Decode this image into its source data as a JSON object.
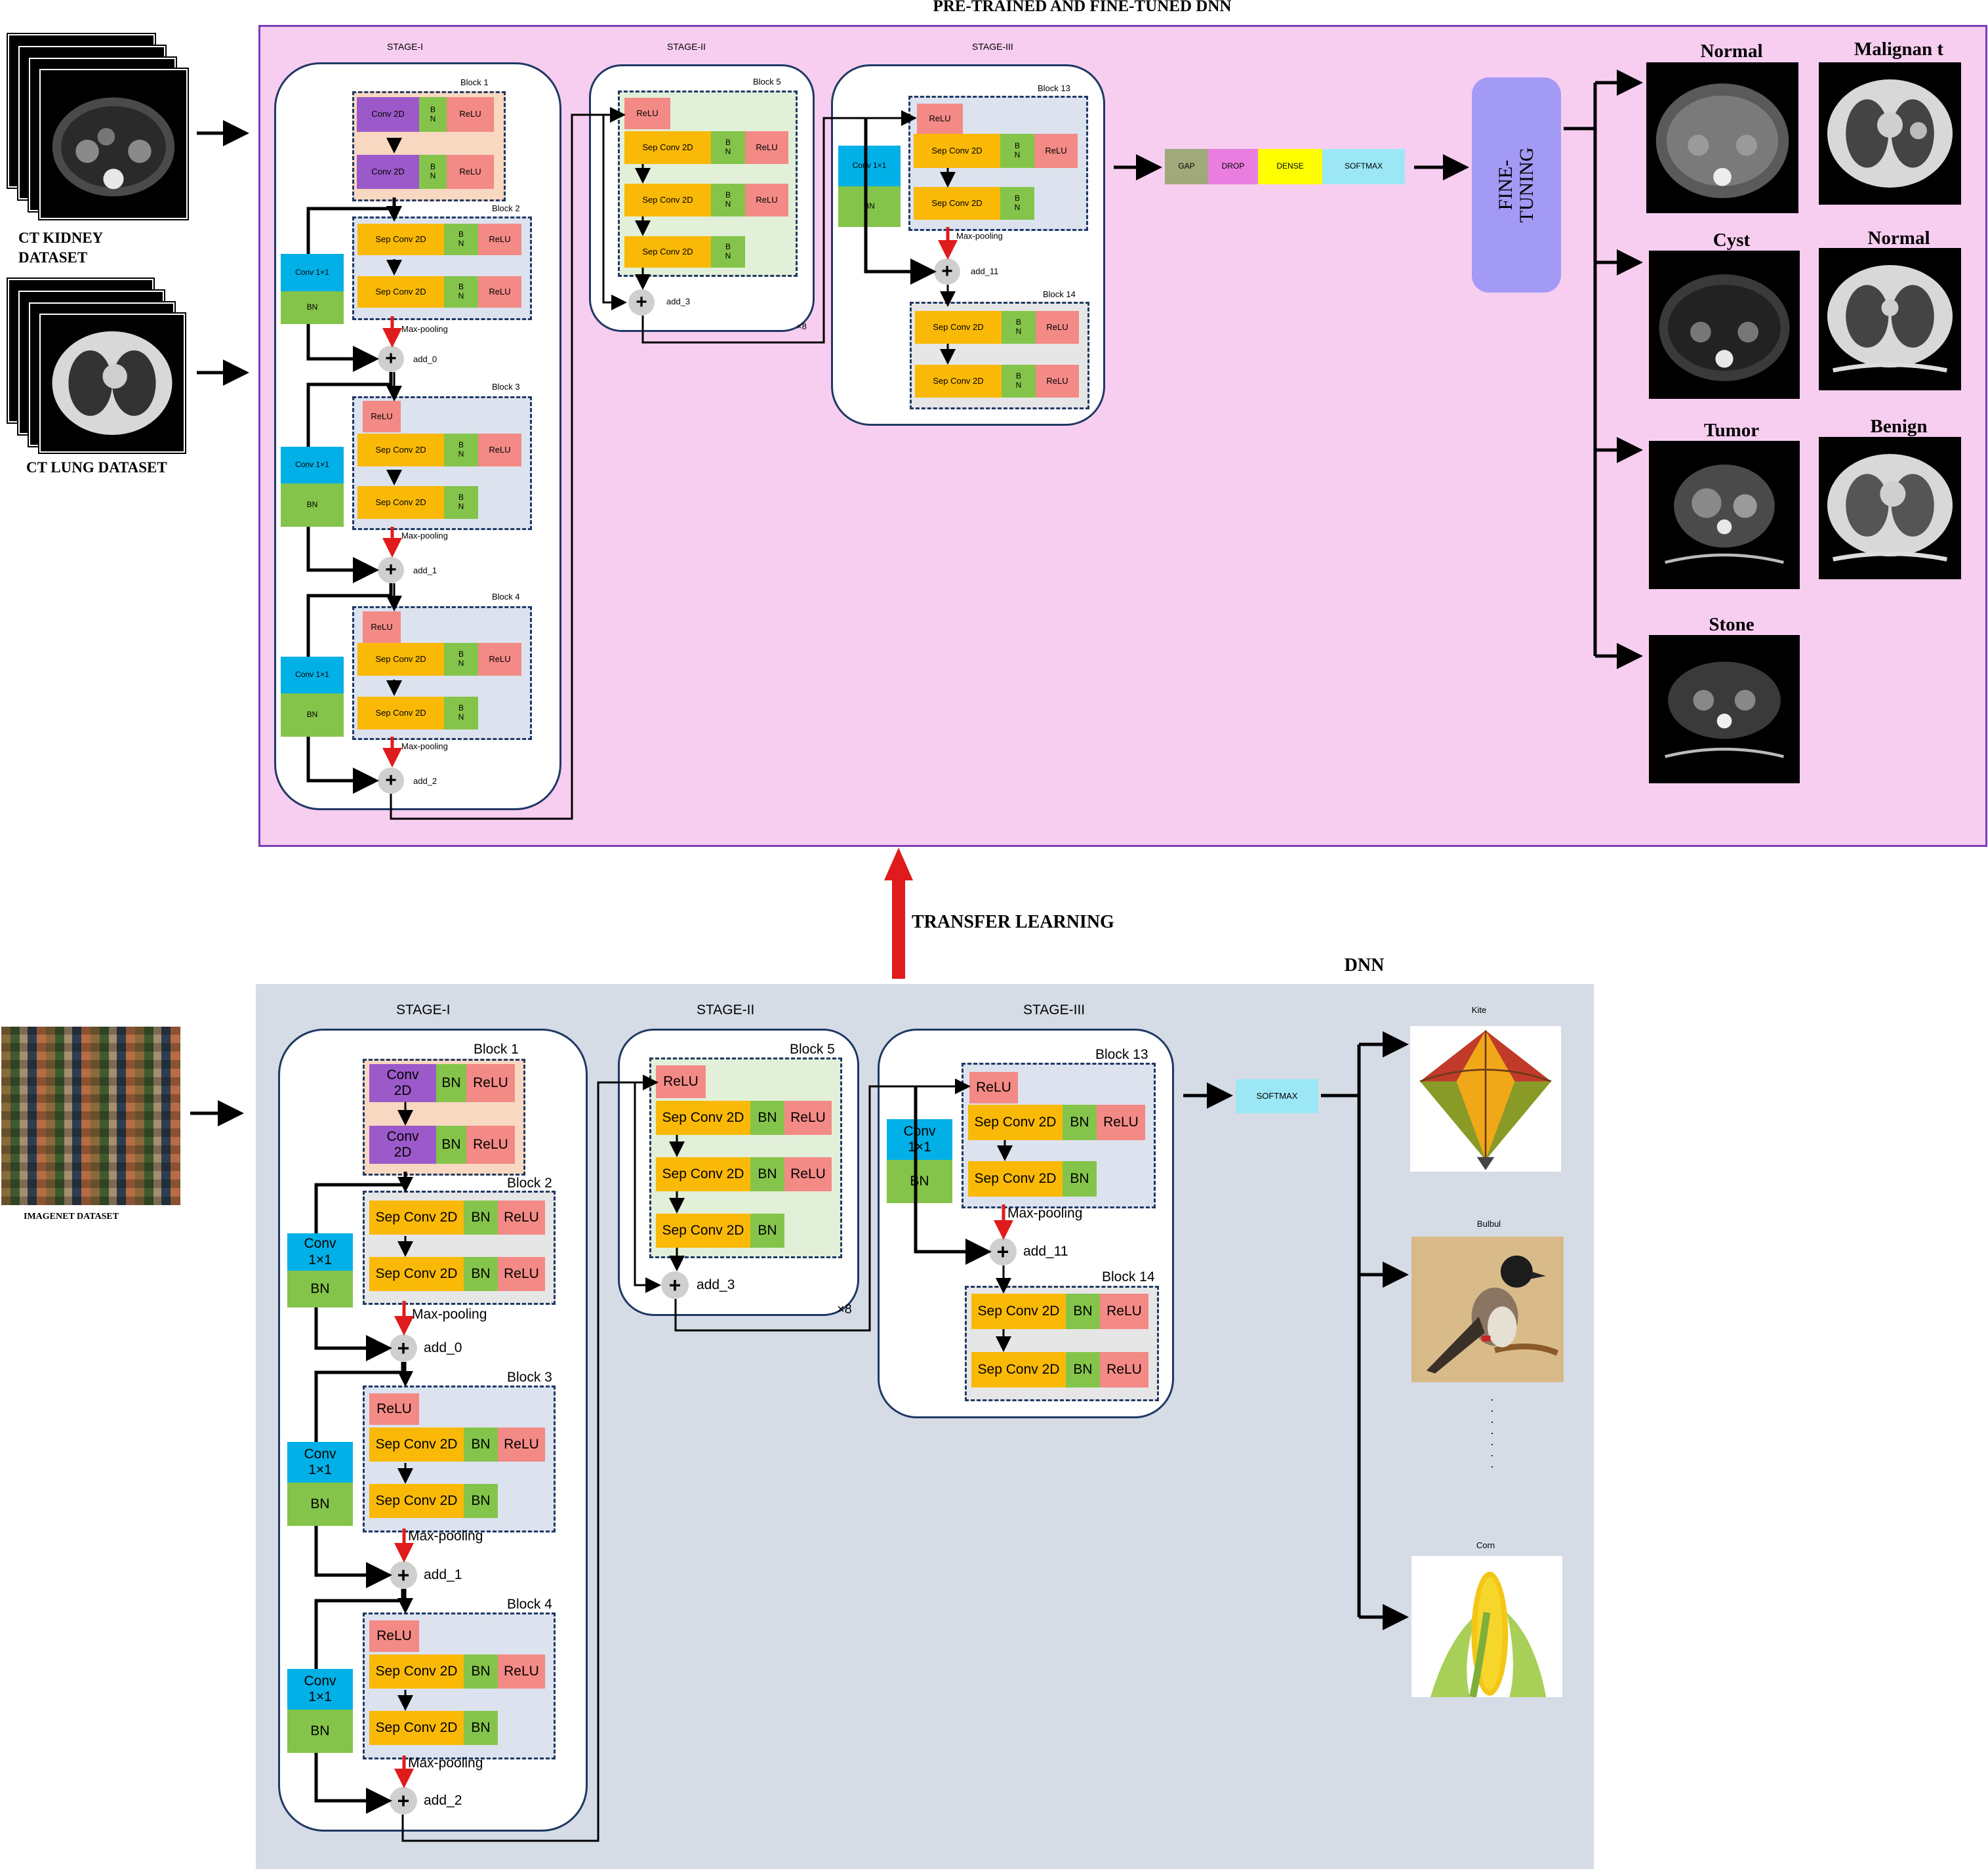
{
  "top": {
    "title": "PRE-TRAINED AND FINE-TUNED DNN",
    "stage1": "STAGE-I",
    "stage2": "STAGE-II",
    "stage3": "STAGE-III",
    "block1": "Block 1",
    "block2": "Block 2",
    "block3": "Block 3",
    "block4": "Block 4",
    "block5": "Block 5",
    "block13": "Block 13",
    "block14": "Block 14",
    "gap": "GAP",
    "drop": "DROP",
    "dense": "DENSE",
    "softmax": "SOFTMAX",
    "finetuning": "FINE-TUNING",
    "classes": {
      "kidney_normal": "Normal",
      "kidney_cyst": "Cyst",
      "kidney_tumor": "Tumor",
      "kidney_stone": "Stone",
      "lung_malignant": "Malignan t",
      "lung_normal": "Normal",
      "lung_benign": "Benign"
    }
  },
  "datasets": {
    "kidney": "CT KIDNEY DATASET",
    "lung": "CT LUNG DATASET",
    "imagenet": "IMAGENET DATASET"
  },
  "transfer_learning": "TRANSFER LEARNING",
  "bottom": {
    "title": "DNN",
    "stage1": "STAGE-I",
    "stage2": "STAGE-II",
    "stage3": "STAGE-III",
    "block1": "Block 1",
    "block2": "Block 2",
    "block3": "Block 3",
    "block4": "Block 4",
    "block5": "Block 5",
    "block13": "Block 13",
    "block14": "Block 14",
    "softmax": "SOFTMAX",
    "classes": {
      "kite": "Kite",
      "bulbul": "Bulbul",
      "corn": "Corn",
      "dots": "·\n·\n·\n·\n·\n·\n·"
    }
  },
  "labels": {
    "conv2d": "Conv 2D",
    "conv2d_short": "Conv 2D",
    "bn": "BN",
    "bn_split": "B N",
    "relu": "ReLU",
    "sep": "Sep Conv 2D",
    "conv11": "Conv 1×1",
    "maxpool": "Max-pooling",
    "add_0": "add_0",
    "add_1": "add_1",
    "add_2": "add_2",
    "add_3": "add_3",
    "add_11": "add_11",
    "x8": "×8",
    "plus": "+"
  },
  "colors": {
    "top_bg": "#f7cdf0",
    "top_border": "#7b3fb5",
    "bottom_bg": "#d6dce5",
    "conv2d": "#9b59c9",
    "bn": "#84c44a",
    "relu": "#f48a86",
    "sep_conv": "#fbb907",
    "conv1x1": "#00b0e6",
    "softmax": "#9be7f5",
    "gap": "#a1a879",
    "drop": "#e97de0",
    "dense": "#ffff00",
    "finetuning": "#a39af5",
    "maxpool_arrow": "#ee1c1c",
    "transfer_arrow": "#ee1c1c"
  }
}
